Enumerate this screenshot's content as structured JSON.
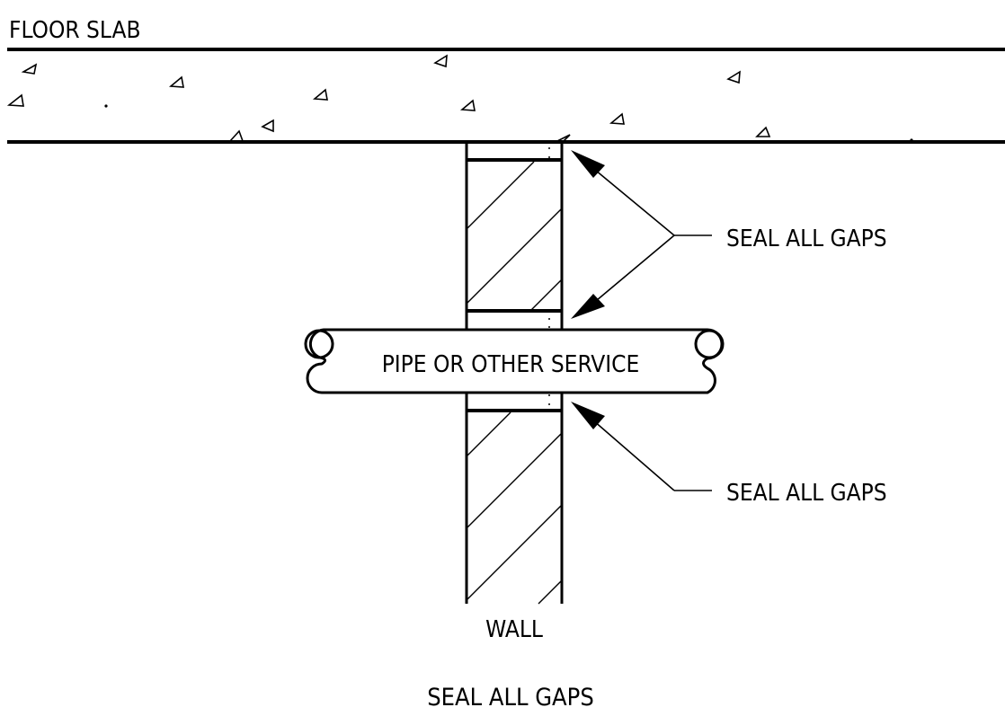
{
  "labels": {
    "floor_slab": "FLOOR SLAB",
    "pipe": "PIPE OR OTHER SERVICE",
    "seal_upper": "SEAL ALL GAPS",
    "seal_lower": "SEAL ALL GAPS",
    "wall": "WALL",
    "caption": "SEAL ALL GAPS"
  },
  "colors": {
    "line": "#000000",
    "background": "#ffffff"
  }
}
